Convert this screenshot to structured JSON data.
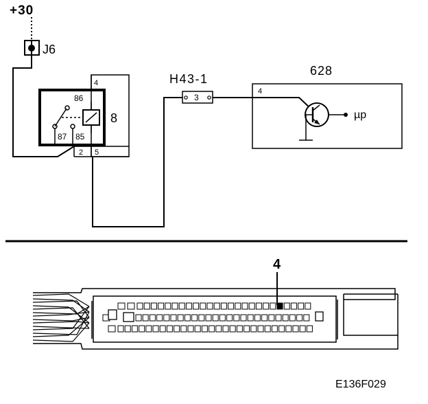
{
  "diagram": {
    "supply_label": "+30",
    "fuse_label": "J6",
    "relay": {
      "label": "8",
      "pins": {
        "p86": "86",
        "p87": "87",
        "p85": "85"
      },
      "connector": {
        "c4": "4",
        "c2": "2",
        "c5": "5"
      }
    },
    "connector_h43": {
      "label": "H43-1",
      "pin": "3"
    },
    "ecu_628": {
      "label": "628",
      "pin": "4",
      "output": "µp"
    },
    "connector_view": {
      "callout": "4"
    },
    "figure_code": "E136F029"
  }
}
